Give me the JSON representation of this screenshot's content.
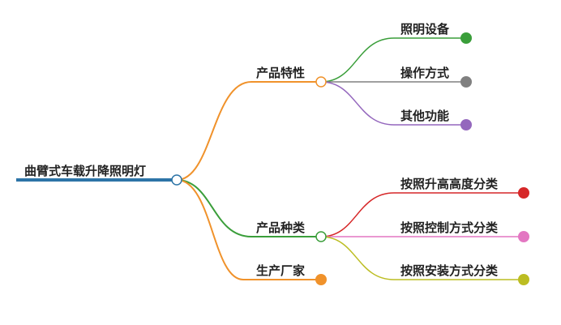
{
  "root": {
    "label": "曲臂式车载升降照明灯",
    "color": "#2d74a7"
  },
  "branches": [
    {
      "label": "产品特性",
      "color": "#f0922b",
      "children": [
        {
          "label": "照明设备",
          "color": "#3a9e3a"
        },
        {
          "label": "操作方式",
          "color": "#808080"
        },
        {
          "label": "其他功能",
          "color": "#9467bd"
        }
      ]
    },
    {
      "label": "产品种类",
      "color": "#3a9e3a",
      "children": [
        {
          "label": "按照升高高度分类",
          "color": "#d62728"
        },
        {
          "label": "按照控制方式分类",
          "color": "#e377c2"
        },
        {
          "label": "按照安装方式分类",
          "color": "#bcbd22"
        }
      ]
    },
    {
      "label": "生产厂家",
      "color": "#f0922b",
      "children": []
    }
  ]
}
